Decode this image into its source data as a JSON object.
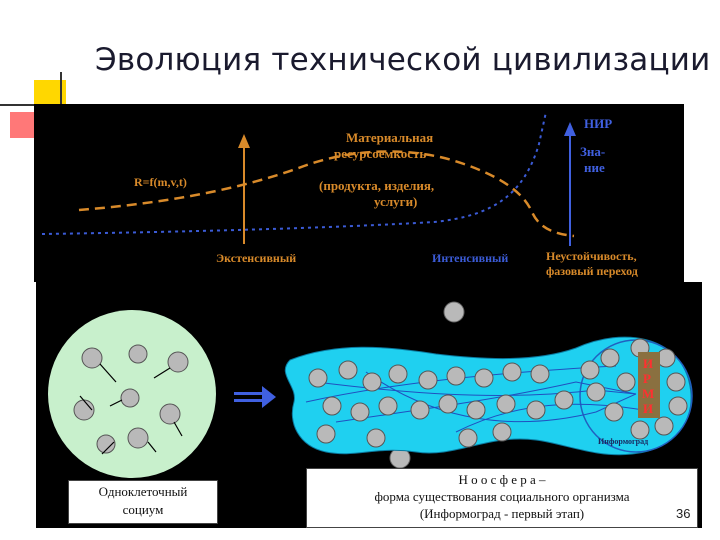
{
  "title": "Эволюция технической цивилизации",
  "top_panel": {
    "curve_label_1": "Материальная",
    "curve_label_2": "ресурсоемкость",
    "curve_label_3": "(продукта, изделия,",
    "curve_label_4": "услуги)",
    "formula": "R=f(m,v,t)",
    "nir_label": "НИР",
    "knowledge_1": "Зна-",
    "knowledge_2": "ние",
    "extensive": "Экстенсивный",
    "intensive": "Интенсивный",
    "instability_1": "Неустойчивость,",
    "instability_2": "фазовый переход"
  },
  "bottom_panel": {
    "irmi_letters": [
      "И",
      "Р",
      "М",
      "И"
    ],
    "informgrad_small": "Информоград",
    "single_cell_1": "Одноклеточный",
    "single_cell_2": "социум",
    "noosphere_1": "Н о о с ф е р а –",
    "noosphere_2": "форма существования социального организма",
    "noosphere_3": "(Информоград - первый этап)"
  },
  "page_number": "36",
  "colors": {
    "background_panel": "#000000",
    "dashed_curve": "#d88a2a",
    "dotted_curve": "#3b5bd6",
    "cyan_region": "#1fd0f0",
    "cell_fill": "#b9b9b9",
    "green_circle": "#c8f0cc",
    "arrow_blue": "#4060e0",
    "irmi_box": "#8a7040"
  }
}
